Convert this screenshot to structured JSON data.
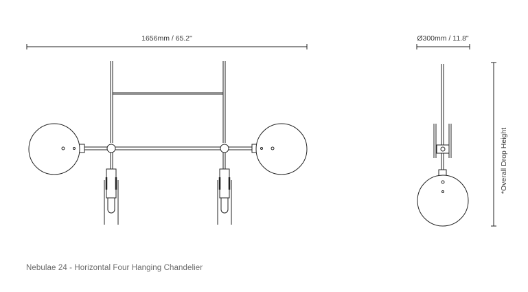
{
  "dimensions": {
    "width_label": "1656mm / 65.2\"",
    "diameter_label": "Ø300mm / 11.8\"",
    "height_label": "*Overall Drop Height"
  },
  "caption": "Nebulae 24 - Horizontal Four Hanging Chandelier",
  "colors": {
    "line": "#222222",
    "caption": "#6b6b6b"
  }
}
